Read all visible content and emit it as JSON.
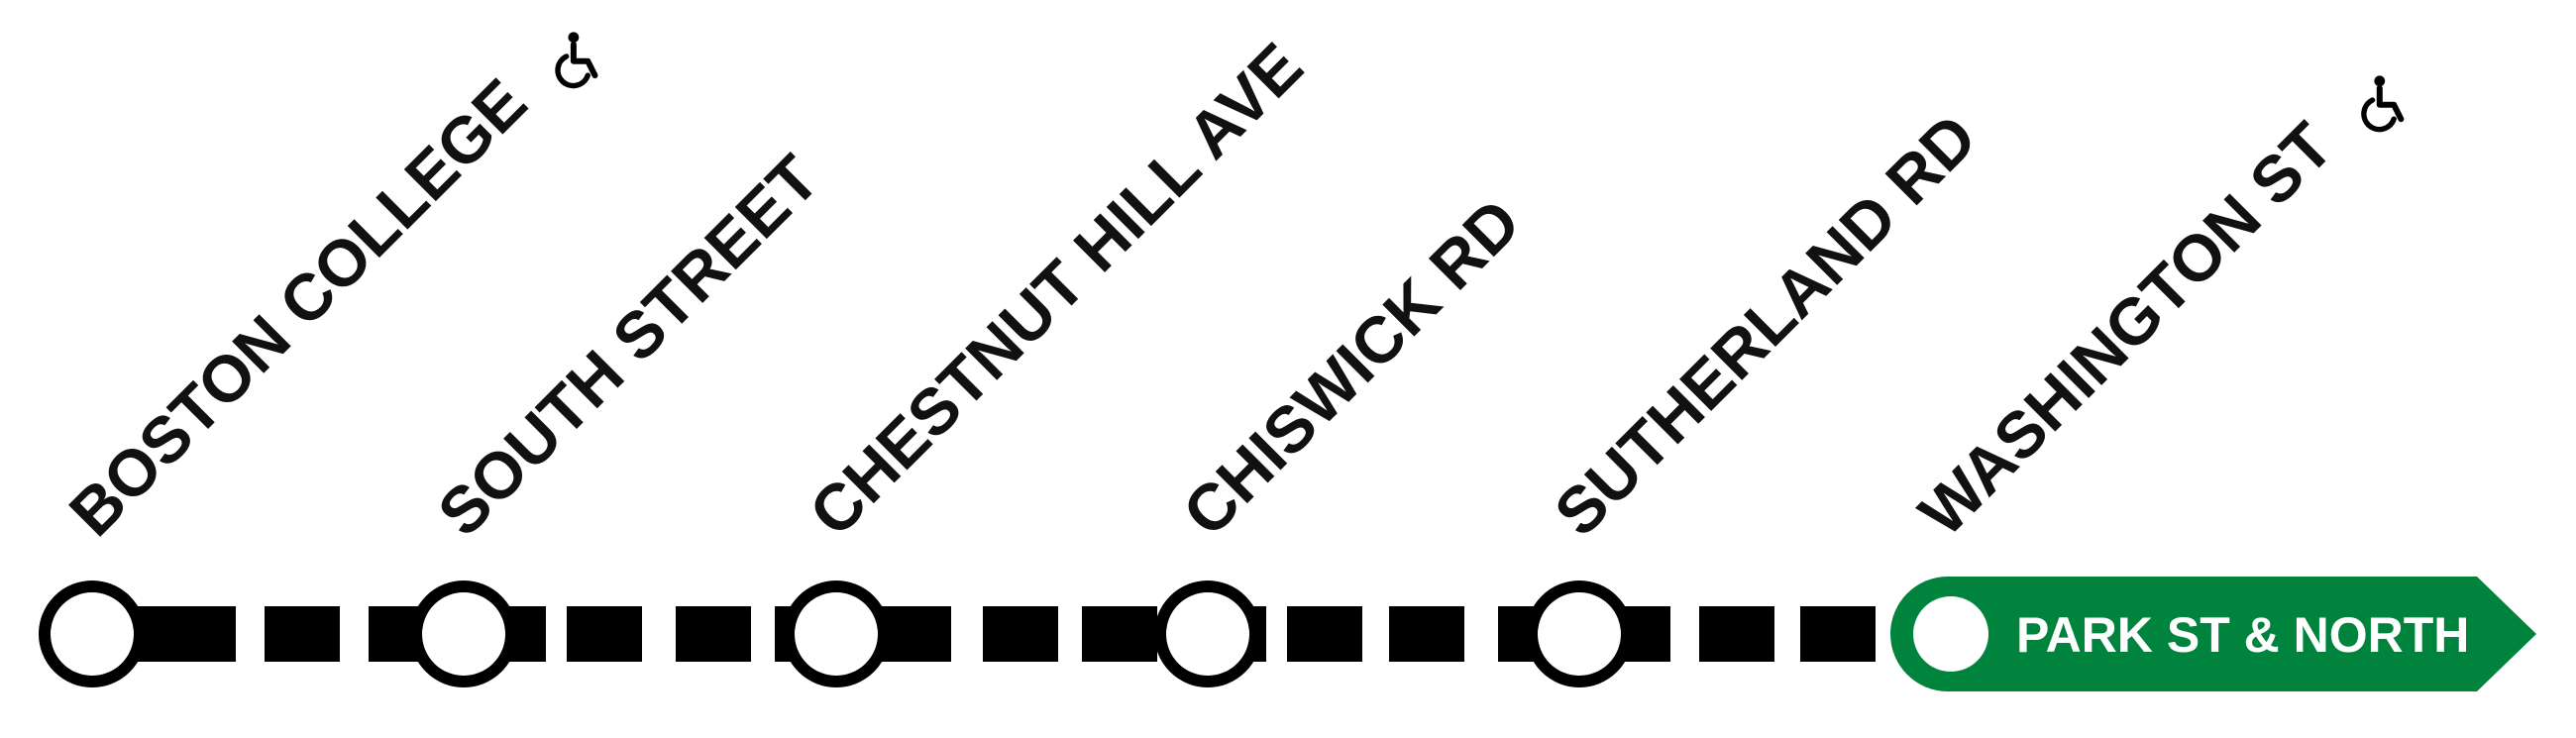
{
  "colors": {
    "line": "#000000",
    "station_fill": "#ffffff",
    "destination_bg": "#00843d",
    "destination_text": "#ffffff",
    "label_text": "#111111"
  },
  "stations": [
    {
      "name": "BOSTON COLLEGE",
      "accessible": true
    },
    {
      "name": "SOUTH STREET",
      "accessible": false
    },
    {
      "name": "CHESTNUT HILL AVE",
      "accessible": false
    },
    {
      "name": "CHISWICK RD",
      "accessible": false
    },
    {
      "name": "SUTHERLAND RD",
      "accessible": false
    },
    {
      "name": "WASHINGTON ST",
      "accessible": true
    }
  ],
  "destination": {
    "label": "PARK ST & NORTH"
  },
  "icons": {
    "accessible": "wheelchair-icon",
    "direction": "arrow-right-icon"
  }
}
